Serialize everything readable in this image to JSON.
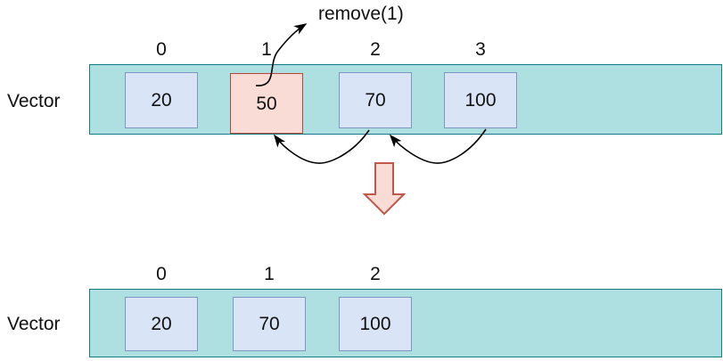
{
  "diagram": {
    "title_caption": "remove(1)",
    "colors": {
      "band_fill": "#aee0e1",
      "band_border": "#127d83",
      "cell_fill": "#dae4f7",
      "cell_border": "#7d96c4",
      "removed_fill": "#fadcd6",
      "removed_border": "#b54838",
      "arrow_stroke": "#000000",
      "big_arrow_fill": "#fadcd6",
      "big_arrow_border": "#c0584a"
    },
    "before": {
      "label": "Vector",
      "indices": [
        "0",
        "1",
        "2",
        "3"
      ],
      "values": [
        "20",
        "50",
        "70",
        "100"
      ],
      "removed_index": 1
    },
    "after": {
      "label": "Vector",
      "indices": [
        "0",
        "1",
        "2"
      ],
      "values": [
        "20",
        "70",
        "100"
      ]
    },
    "annotations": {
      "remove_call": "remove(1)",
      "shift_arrows": [
        {
          "from_value": "70",
          "to_value": "50"
        },
        {
          "from_value": "100",
          "to_value": "70"
        }
      ],
      "transition_arrow": "down-arrow"
    }
  }
}
